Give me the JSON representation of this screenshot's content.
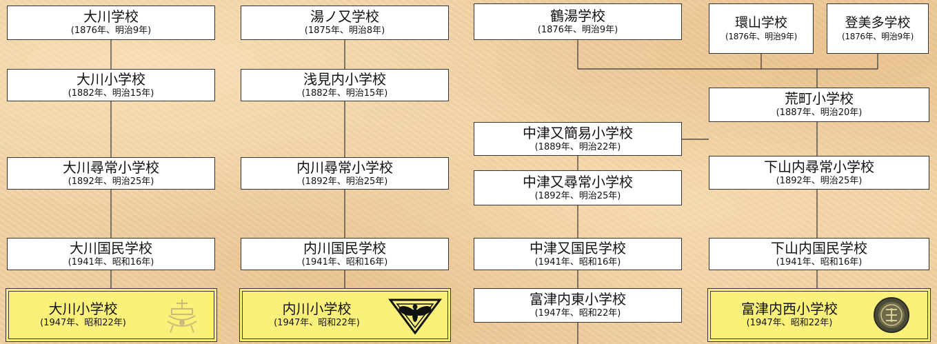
{
  "col1": [
    {
      "name": "大川学校",
      "date": "(1876年、明治9年)"
    },
    {
      "name": "大川小学校",
      "date": "(1882年、明治15年)"
    },
    {
      "name": "大川尋常小学校",
      "date": "(1892年、明治25年)"
    },
    {
      "name": "大川国民学校",
      "date": "(1941年、昭和16年)"
    },
    {
      "name": "大川小学校",
      "date": "(1947年、昭和22年)"
    }
  ],
  "col2": [
    {
      "name": "湯ノ又学校",
      "date": "(1875年、明治8年)"
    },
    {
      "name": "浅見内小学校",
      "date": "(1882年、明治15年)"
    },
    {
      "name": "内川尋常小学校",
      "date": "(1892年、明治25年)"
    },
    {
      "name": "内川国民学校",
      "date": "(1941年、昭和16年)"
    },
    {
      "name": "内川小学校",
      "date": "(1947年、昭和22年)"
    }
  ],
  "col3": [
    {
      "name": "鶴湯学校",
      "date": "(1876年、明治9年)"
    },
    {
      "name": "中津又簡易小学校",
      "date": "(1889年、明治22年)"
    },
    {
      "name": "中津又尋常小学校",
      "date": "(1892年、明治25年)"
    },
    {
      "name": "中津又国民学校",
      "date": "(1941年、昭和16年)"
    },
    {
      "name": "富津内東小学校",
      "date": "(1947年、昭和22年)"
    }
  ],
  "col4": [
    {
      "name": "環山学校",
      "date": "(1876年、明治9年)"
    },
    {
      "name": "登美多学校",
      "date": "(1876年、明治9年)"
    },
    {
      "name": "荒町小学校",
      "date": "(1887年、明治20年)"
    },
    {
      "name": "下山内尋常小学校",
      "date": "(1892年、明治25年)"
    },
    {
      "name": "下山内国民学校",
      "date": "(1941年、昭和16年)"
    },
    {
      "name": "富津内西小学校",
      "date": "(1947年、昭和22年)"
    }
  ]
}
